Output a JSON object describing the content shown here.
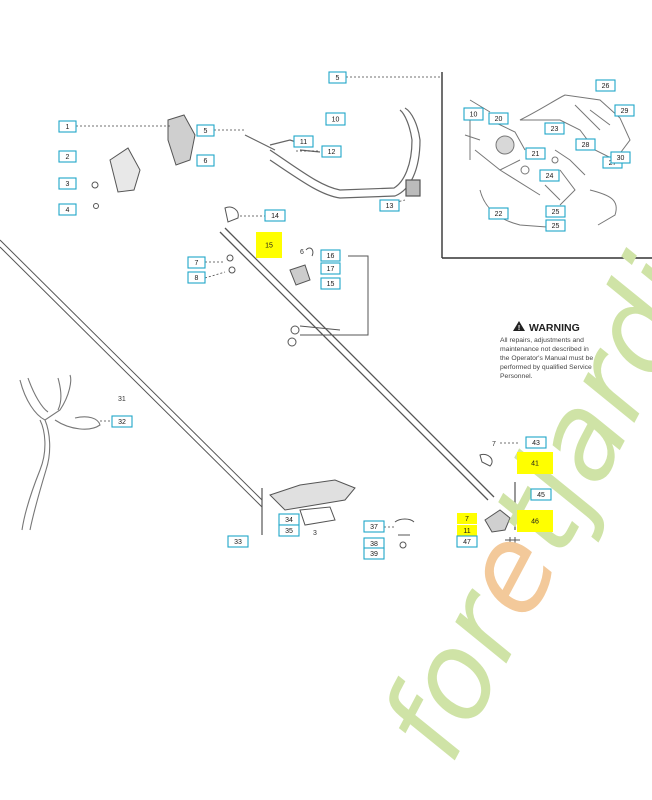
{
  "watermark": {
    "prefix": "for",
    "accent": "e",
    "middle": "t",
    "suffix": "jardin",
    "color_green": "#cfe3a6",
    "color_orange": "#f3c99a"
  },
  "warning": {
    "title": "WARNING",
    "lines": [
      "All repairs, adjustments and",
      "maintenance not described in",
      "the Operator's Manual must be",
      "performed by qualified Service",
      "Personnel."
    ]
  },
  "callouts": [
    {
      "label": "1"
    },
    {
      "label": "2"
    },
    {
      "label": "3"
    },
    {
      "label": "4"
    },
    {
      "label": "5"
    },
    {
      "label": "5"
    },
    {
      "label": "6"
    },
    {
      "label": "7"
    },
    {
      "label": "8"
    },
    {
      "label": "10"
    },
    {
      "label": "10"
    },
    {
      "label": "11"
    },
    {
      "label": "12"
    },
    {
      "label": "13"
    },
    {
      "label": "14"
    },
    {
      "label": "15",
      "highlight": true
    },
    {
      "label": "16"
    },
    {
      "label": "17"
    },
    {
      "label": "15"
    },
    {
      "label": "20"
    },
    {
      "label": "21"
    },
    {
      "label": "22"
    },
    {
      "label": "23"
    },
    {
      "label": "24"
    },
    {
      "label": "25"
    },
    {
      "label": "26"
    },
    {
      "label": "27"
    },
    {
      "label": "28"
    },
    {
      "label": "29"
    },
    {
      "label": "30"
    },
    {
      "label": "32"
    },
    {
      "label": "33"
    },
    {
      "label": "34"
    },
    {
      "label": "35"
    },
    {
      "label": "37"
    },
    {
      "label": "38"
    },
    {
      "label": "39"
    },
    {
      "label": "43"
    },
    {
      "label": "41",
      "highlight": true
    },
    {
      "label": "45"
    },
    {
      "label": "46",
      "highlight": true
    },
    {
      "label": "7",
      "highlight": true
    },
    {
      "label": "11",
      "highlight": true
    },
    {
      "label": "47"
    },
    {
      "label": "25"
    }
  ],
  "free_labels": [
    "31",
    "6",
    "7",
    "3"
  ],
  "colors": {
    "callout_border": "#1ea7c8",
    "highlight": "#ffff00",
    "line": "#555555"
  }
}
